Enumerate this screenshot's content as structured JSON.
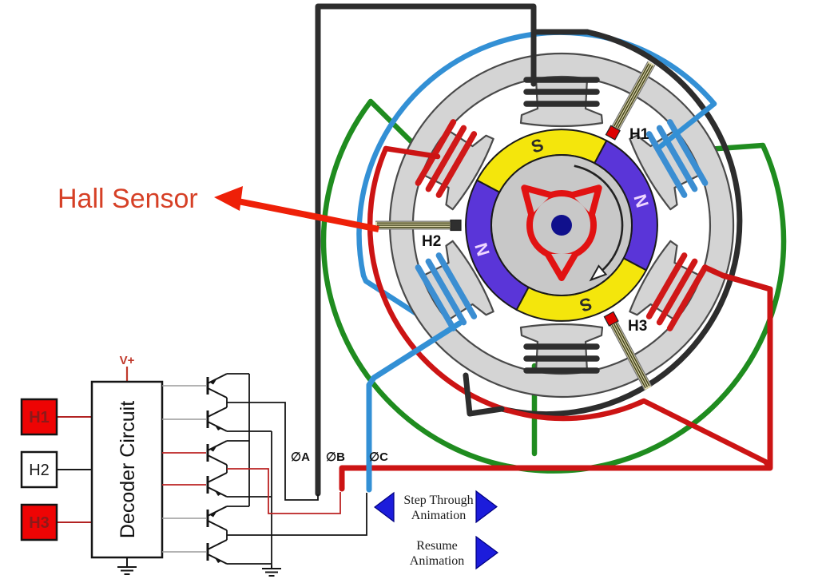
{
  "annotation": {
    "hall_sensor_label": "Hall Sensor"
  },
  "motor": {
    "rotation_direction": "clockwise",
    "magnet_colors": {
      "S": "#f4e60c",
      "N": "#5a35d8"
    },
    "rotor_segments": [
      {
        "pole": "S",
        "position": "top"
      },
      {
        "pole": "N",
        "position": "right"
      },
      {
        "pole": "S",
        "position": "bottom"
      },
      {
        "pole": "N",
        "position": "left"
      }
    ],
    "hall_sensors": [
      {
        "label": "H1",
        "tip_color": "#dd0202"
      },
      {
        "label": "H2",
        "tip_color": "#2f2f2f"
      },
      {
        "label": "H3",
        "tip_color": "#dd0202"
      }
    ]
  },
  "phases": [
    {
      "label": "∅A",
      "wire_color": "#2d2d2d"
    },
    {
      "label": "∅B",
      "wire_color": "#cc1414"
    },
    {
      "label": "∅C",
      "wire_color": "#3390d5"
    }
  ],
  "neutral_wire_color": "#1f8c1f",
  "circuit": {
    "supply_label": "V+",
    "supply_color": "#c0392b",
    "decoder_label": "Decoder Circuit",
    "inputs": [
      {
        "label": "H1",
        "state": "high",
        "box_fill": "#ee0404",
        "text_color": "#8b1a1a",
        "wire_color": "#b22222"
      },
      {
        "label": "H2",
        "state": "low",
        "box_fill": "#ffffff",
        "text_color": "#1a1a1a",
        "wire_color": "#1a1a1a"
      },
      {
        "label": "H3",
        "state": "high",
        "box_fill": "#ee0404",
        "text_color": "#8b1a1a",
        "wire_color": "#b22222"
      }
    ]
  },
  "controls": {
    "button_color": "#1c1cdb",
    "step_through": {
      "line1": "Step Through",
      "line2": "Animation"
    },
    "resume": {
      "line1": "Resume",
      "line2": "Animation"
    }
  }
}
